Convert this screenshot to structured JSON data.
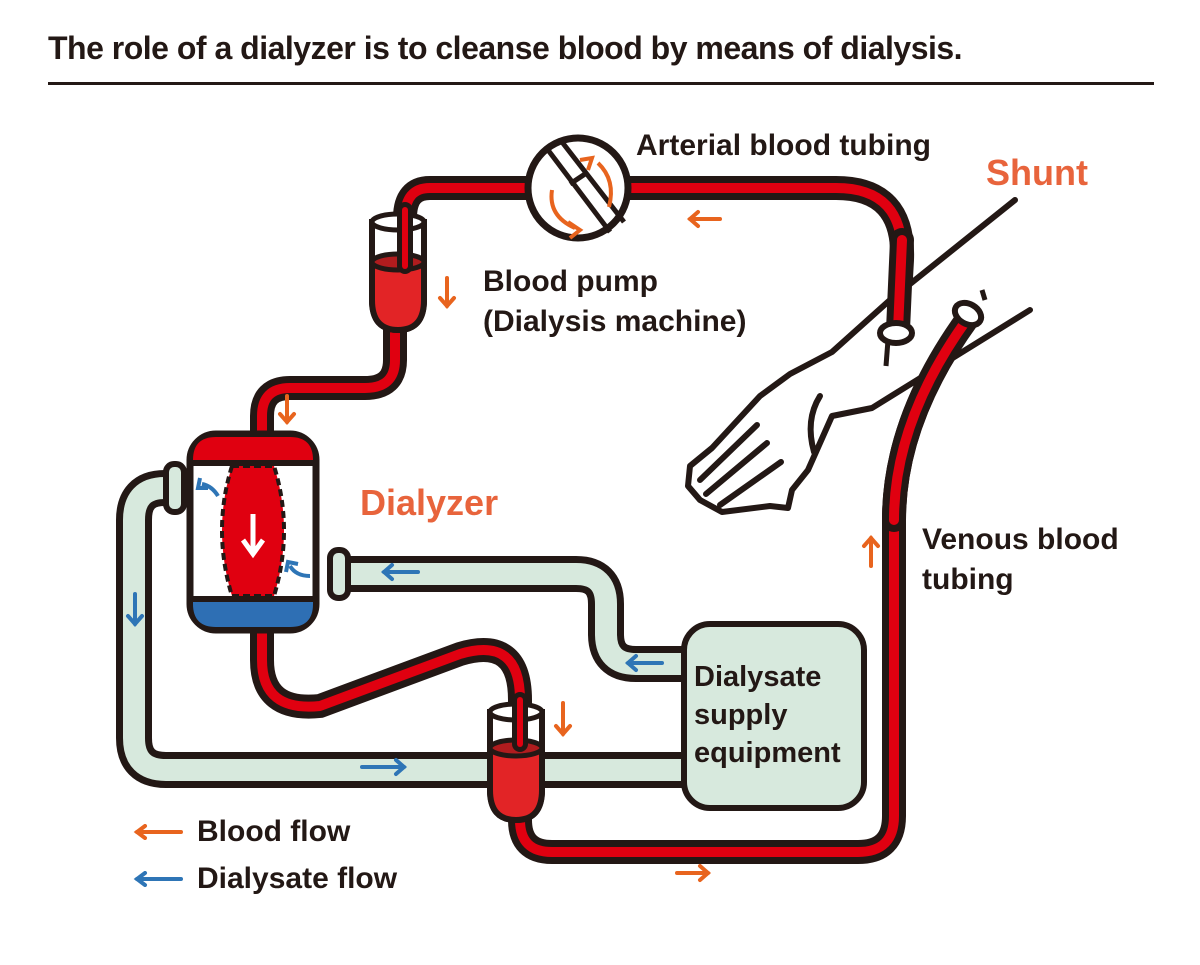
{
  "title": "The role of a dialyzer is to cleanse blood by means of dialysis.",
  "labels": {
    "arterial_tubing": "Arterial blood tubing",
    "shunt": "Shunt",
    "blood_pump_line1": "Blood pump",
    "blood_pump_line2": "(Dialysis machine)",
    "dialyzer": "Dialyzer",
    "venous_line1": "Venous blood",
    "venous_line2": "tubing",
    "supply_line1": "Dialysate",
    "supply_line2": "supply",
    "supply_line3": "equipment"
  },
  "legend": [
    {
      "label": "Blood flow",
      "color": "#e8641e",
      "icon": "arrow-left-icon"
    },
    {
      "label": "Dialysate flow",
      "color": "#2e75b6",
      "icon": "arrow-left-icon"
    }
  ],
  "colors": {
    "outline": "#231815",
    "blood": "#e00010",
    "blood_chamber": "#e22426",
    "blood_dark": "#b01c1e",
    "dialysate": "#d7e9dd",
    "dialysate_chamber": "#2e6fb4",
    "blood_arrow": "#e8641e",
    "dialysate_arrow": "#2e75b6",
    "accent_text": "#e8643c"
  }
}
